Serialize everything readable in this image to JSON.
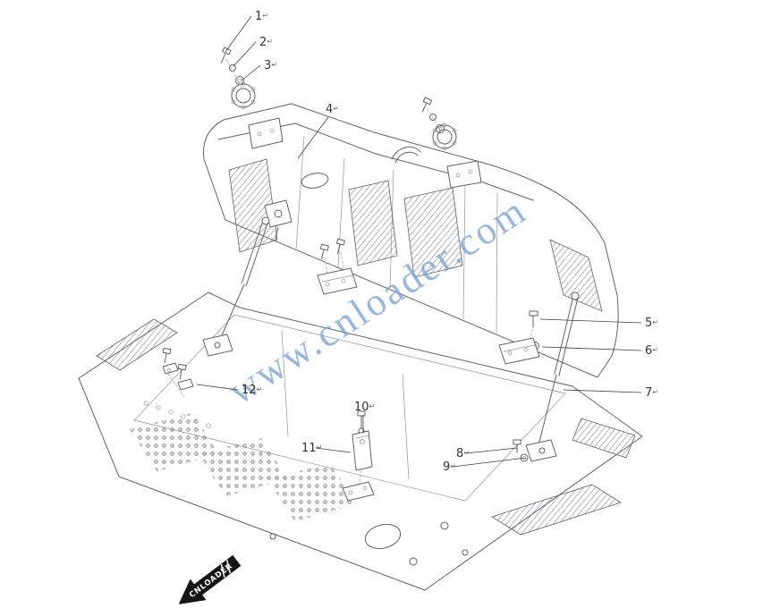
{
  "diagram": {
    "type": "exploded-parts-diagram",
    "watermark": "www.cnloader.com",
    "brand_arrow_label": "CNLOADER",
    "callout_suffix": "↵",
    "colors": {
      "watermark": "#7da3d4",
      "line": "#5f6368",
      "background": "#ffffff"
    },
    "callouts": [
      {
        "id": "1"
      },
      {
        "id": "2"
      },
      {
        "id": "3"
      },
      {
        "id": "4"
      },
      {
        "id": "5"
      },
      {
        "id": "6"
      },
      {
        "id": "7"
      },
      {
        "id": "8"
      },
      {
        "id": "9"
      },
      {
        "id": "10"
      },
      {
        "id": "11"
      },
      {
        "id": "12"
      }
    ]
  }
}
